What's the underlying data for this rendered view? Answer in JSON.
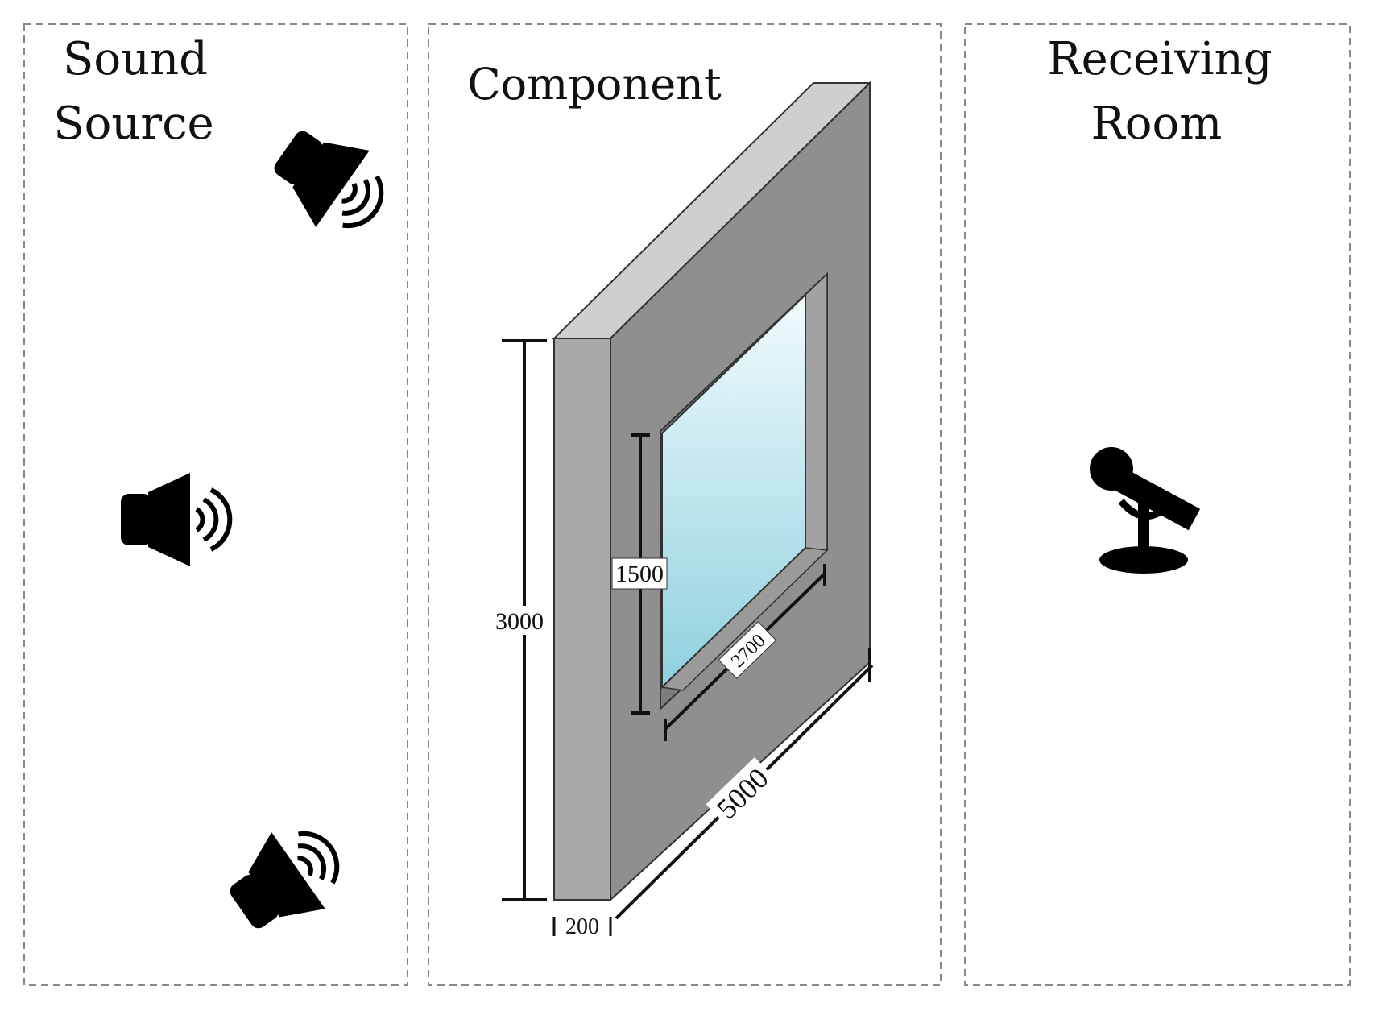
{
  "panels": {
    "source": {
      "title_line1": "Sound",
      "title_line2": "Source"
    },
    "component": {
      "title": "Component"
    },
    "receiver": {
      "title_line1": "Receiving",
      "title_line2": "Room"
    }
  },
  "dimensions": {
    "wall_height": "3000",
    "window_height": "1500",
    "window_width": "2700",
    "wall_width": "5000",
    "wall_thickness": "200"
  },
  "icons": {
    "speaker": "speaker-icon",
    "microphone": "microphone-icon"
  },
  "colors": {
    "wall_front": "#8f8f8f",
    "wall_side": "#a9a9a9",
    "wall_top": "#cfcfcf",
    "glass_top": "#f2fbfd",
    "glass_bottom": "#8fd0df",
    "border": "#888888",
    "ink": "#111111"
  }
}
